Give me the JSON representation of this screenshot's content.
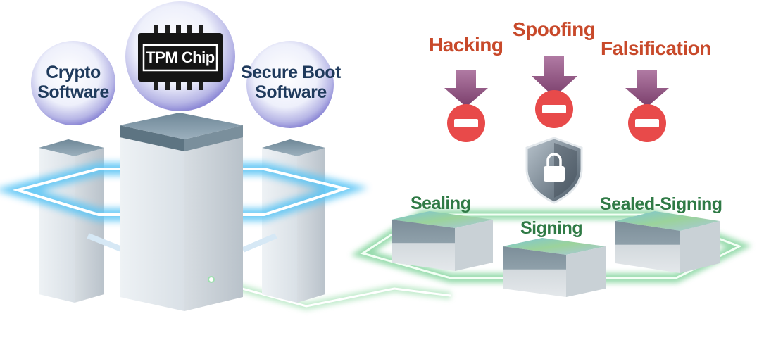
{
  "software": {
    "crypto": [
      "Crypto",
      "Software"
    ],
    "tpm": "TPM Chip",
    "secure_boot": [
      "Secure Boot",
      "Software"
    ]
  },
  "threats": [
    "Hacking",
    "Spoofing",
    "Falsification"
  ],
  "functions": {
    "sealing": "Sealing",
    "signing": "Signing",
    "sealed_signing": "Sealed-Signing"
  },
  "colors": {
    "threat_text": "#c8492a",
    "arrow": "#8a4a78",
    "block_icon": "#e84a4a",
    "function_text": "#2f7a45",
    "bubble_text": "#1f3a5c",
    "ring_blue": "#5fc6f5",
    "ring_green": "#7fd39a"
  },
  "icons": [
    "shield-lock-icon",
    "no-entry-icon",
    "down-arrow-icon"
  ]
}
